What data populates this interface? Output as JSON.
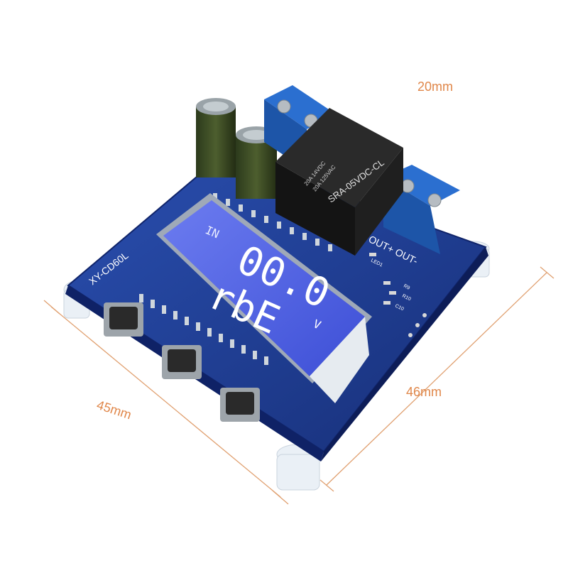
{
  "dimensions": {
    "top": "20mm",
    "left": "45mm",
    "right": "46mm"
  },
  "board": {
    "model": "XY-CD60L",
    "relay_line1": "20A 14VDC",
    "relay_line2": "20A 125VAC",
    "relay_model": "SRA-05VDC-CL",
    "lcd_label_in": "IN",
    "lcd_digits": "00.0",
    "lcd_unit": "V",
    "lcd_bottom": "rbE",
    "out_label": "OUT+ OUT-",
    "cap_label_led": "LED1",
    "cap_label_r9": "R9",
    "cap_label_r10": "R10",
    "cap_label_c10": "C10"
  },
  "colors": {
    "pcb": "#1f3a8a",
    "lcd": "#4b5fe0",
    "terminal": "#1f5fb8",
    "relay": "#1b1b1b",
    "dimension": "#e0874a"
  }
}
